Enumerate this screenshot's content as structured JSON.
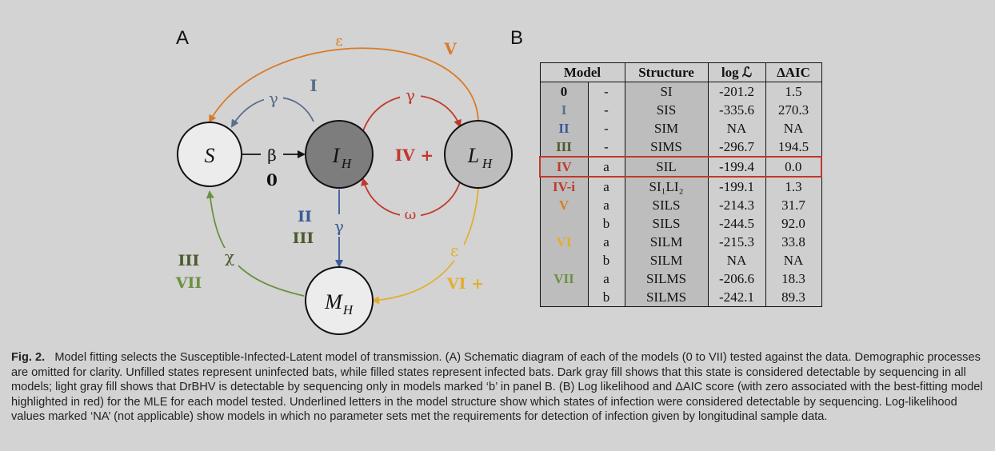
{
  "panel_a_label": "A",
  "panel_b_label": "B",
  "colors": {
    "model_0": "#111111",
    "model_I": "#5b6e8c",
    "model_II": "#3a5a9a",
    "model_III": "#4a5a2a",
    "model_IV": "#c0392b",
    "model_V": "#d97b28",
    "model_VI": "#e3ae2a",
    "model_VII": "#6a9140",
    "infected_fill": "#7d7d7d",
    "latent_fill": "#bdbdbd"
  },
  "diagram": {
    "nodes": {
      "S": "S",
      "I_main": "I",
      "I_sub": "H",
      "L_main": "L",
      "L_sub": "H",
      "M_main": "M",
      "M_sub": "H"
    },
    "labels": {
      "epsilon_top": "ε",
      "V_top": "V",
      "gamma_I": "γ",
      "I_label": "I",
      "beta": "β",
      "zero": "0",
      "gamma_IV": "γ",
      "IV_plus": "IV +",
      "omega": "ω",
      "II": "II",
      "III_mid": "III",
      "gamma_down": "γ",
      "chi": "χ",
      "III_left": "III",
      "VII_left": "VII",
      "epsilon_right": "ε",
      "VI_plus": "VI +"
    }
  },
  "table": {
    "headers": [
      "Model",
      "Structure",
      "log ℒ",
      "ΔAIC"
    ],
    "rows": [
      {
        "model": "0",
        "variant": "-",
        "structure": "SI",
        "loglik": "-201.2",
        "daic": "1.5",
        "color": "#111111"
      },
      {
        "model": "I",
        "variant": "-",
        "structure": "SIS",
        "loglik": "-335.6",
        "daic": "270.3",
        "color": "#5b6e8c"
      },
      {
        "model": "II",
        "variant": "-",
        "structure": "SIM",
        "loglik": "NA",
        "daic": "NA",
        "color": "#3a5a9a"
      },
      {
        "model": "III",
        "variant": "-",
        "structure": "SIMS",
        "loglik": "-296.7",
        "daic": "194.5",
        "color": "#4a5a2a"
      },
      {
        "model": "IV",
        "variant": "a",
        "structure": "SIL",
        "loglik": "-199.4",
        "daic": "0.0",
        "color": "#c0392b",
        "highlight": true
      },
      {
        "model": "IV-i",
        "variant": "a",
        "structure": "SI₁LI₂",
        "loglik": "-199.1",
        "daic": "1.3",
        "color": "#c0392b"
      },
      {
        "model": "V",
        "variant": "a",
        "structure": "SILS",
        "loglik": "-214.3",
        "daic": "31.7",
        "color": "#d97b28"
      },
      {
        "model": "",
        "variant": "b",
        "structure": "SILS",
        "loglik": "-244.5",
        "daic": "92.0",
        "color": "#d97b28"
      },
      {
        "model": "VI",
        "variant": "a",
        "structure": "SILM",
        "loglik": "-215.3",
        "daic": "33.8",
        "color": "#e3ae2a"
      },
      {
        "model": "",
        "variant": "b",
        "structure": "SILM",
        "loglik": "NA",
        "daic": "NA",
        "color": "#e3ae2a"
      },
      {
        "model": "VII",
        "variant": "a",
        "structure": "SILMS",
        "loglik": "-206.6",
        "daic": "18.3",
        "color": "#6a9140"
      },
      {
        "model": "",
        "variant": "b",
        "structure": "SILMS",
        "loglik": "-242.1",
        "daic": "89.3",
        "color": "#6a9140"
      }
    ]
  },
  "caption": {
    "label": "Fig. 2.",
    "text": "Model fitting selects the Susceptible-Infected-Latent model of transmission. (A) Schematic diagram of each of the models (0 to VII) tested against the data. Demographic processes are omitted for clarity. Unfilled states represent uninfected bats, while filled states represent infected bats. Dark gray fill shows that this state is considered detectable by sequencing in all models; light gray fill shows that DrBHV is detectable by sequencing only in models marked ‘b’ in panel B. (B) Log likelihood and ΔAIC score (with zero associated with the best-fitting model highlighted in red) for the MLE for each model tested. Underlined letters in the model structure show which states of infection were considered detectable by sequencing. Log-likelihood values marked ‘NA’ (not applicable) show models in which no parameter sets met the requirements for detection of infection given by longitudinal sample data."
  }
}
